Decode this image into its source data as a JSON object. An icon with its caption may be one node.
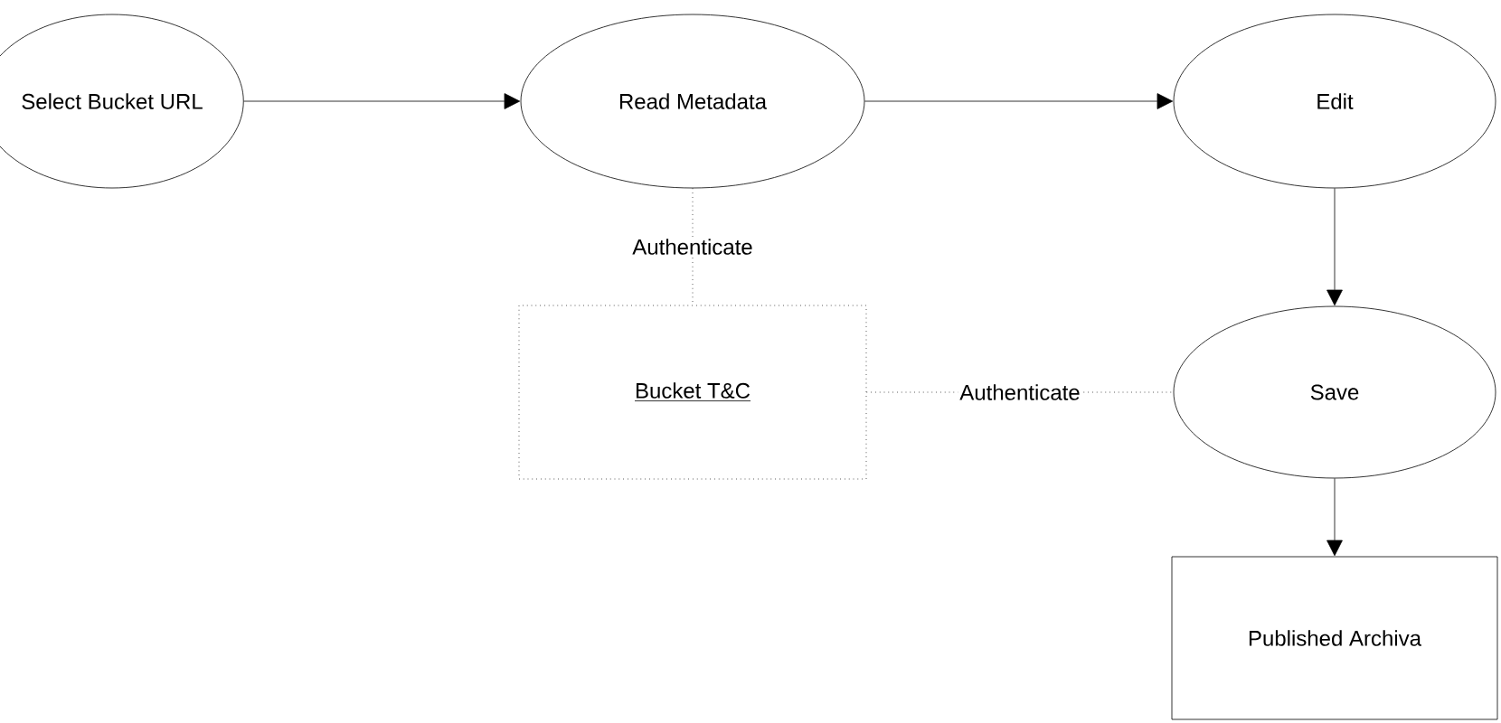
{
  "diagram": {
    "nodes": [
      {
        "text": [
          "Select Bucket URL"
        ]
      },
      {
        "text": [
          "Read Metadata"
        ]
      },
      {
        "text": [
          "Edit"
        ]
      },
      {
        "text": [
          "Save"
        ]
      },
      {
        "text": [
          "Published Archiva"
        ]
      },
      {
        "text": [
          "Bucket T&C"
        ]
      }
    ],
    "edges": [
      {
        "from": 0,
        "to": 1,
        "arrow": "to"
      },
      {
        "from": 1,
        "to": 2,
        "arrow": "to"
      },
      {
        "from": 2,
        "to": 3,
        "arrow": "to"
      },
      {
        "from": 3,
        "to": 4,
        "arrow": "to"
      },
      {
        "from": 1,
        "to": 5,
        "arrow": "none",
        "style": "dashed",
        "label": "Authenticate"
      },
      {
        "from": 5,
        "to": 3,
        "arrow": "none",
        "style": "dashed",
        "label": "Authenticate"
      }
    ]
  }
}
